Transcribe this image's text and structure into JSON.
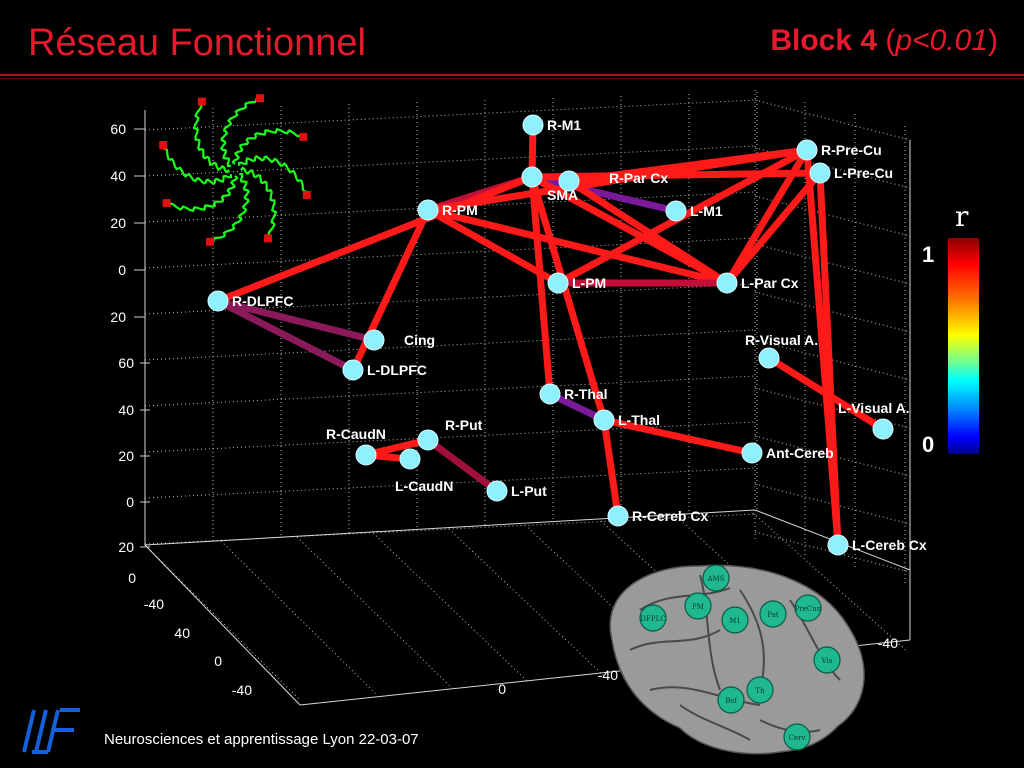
{
  "header": {
    "title": "Réseau Fonctionnel",
    "block_label": "Block 4",
    "block_open": " (",
    "block_p": "p<0.01",
    "block_close": ")"
  },
  "footer": {
    "text": "Neurosciences et apprentissage Lyon 22-03-07"
  },
  "colorbar": {
    "symbol": "r",
    "max_label": "1",
    "min_label": "0"
  },
  "axes": {
    "left_ticks_upper": [
      "60",
      "40",
      "20",
      "0",
      "20"
    ],
    "left_ticks_lower": [
      "60",
      "40",
      "20",
      "0",
      "20"
    ],
    "front_ticks_a": [
      "0",
      "-40",
      "40",
      "0",
      "-40"
    ],
    "front_ticks_b": [
      "0",
      "-40"
    ],
    "right_ticks": [
      "-40"
    ]
  },
  "diagram": {
    "nodes": [
      {
        "id": "R-M1",
        "label": "R-M1"
      },
      {
        "id": "R-Pre-Cu",
        "label": "R-Pre-Cu"
      },
      {
        "id": "L-Pre-Cu",
        "label": "L-Pre-Cu"
      },
      {
        "id": "R-Par Cx",
        "label": "R-Par Cx"
      },
      {
        "id": "SMA",
        "label": "SMA"
      },
      {
        "id": "L-M1",
        "label": "L-M1"
      },
      {
        "id": "R-PM",
        "label": "R-PM"
      },
      {
        "id": "L-PM",
        "label": "L-PM"
      },
      {
        "id": "L-Par Cx",
        "label": "L-Par Cx"
      },
      {
        "id": "R-DLPFC",
        "label": "R-DLPFC"
      },
      {
        "id": "Cing",
        "label": "Cing"
      },
      {
        "id": "L-DLPFC",
        "label": "L-DLPFC"
      },
      {
        "id": "R-Visual A.",
        "label": "R-Visual A."
      },
      {
        "id": "L-Visual A.",
        "label": "L-Visual A."
      },
      {
        "id": "R-Thal",
        "label": "R-Thal"
      },
      {
        "id": "L-Thal",
        "label": "L-Thal"
      },
      {
        "id": "Ant-Cereb",
        "label": "Ant-Cereb"
      },
      {
        "id": "R-CaudN",
        "label": "R-CaudN"
      },
      {
        "id": "R-Put",
        "label": "R-Put"
      },
      {
        "id": "L-CaudN",
        "label": "L-CaudN"
      },
      {
        "id": "L-Put",
        "label": "L-Put"
      },
      {
        "id": "R-Cereb Cx",
        "label": "R-Cereb Cx"
      },
      {
        "id": "L-Cereb Cx",
        "label": "L-Cereb Cx"
      }
    ],
    "edges": [
      {
        "from": "R-M1",
        "to": "SMA",
        "color": "#ff1a1a"
      },
      {
        "from": "SMA",
        "to": "L-M1",
        "color": "#7a1a9a"
      },
      {
        "from": "SMA",
        "to": "R-PM",
        "color": "#c0103a"
      },
      {
        "from": "SMA",
        "to": "R-DLPFC",
        "color": "#ff1a1a"
      },
      {
        "from": "SMA",
        "to": "L-Par Cx",
        "color": "#ff1a1a"
      },
      {
        "from": "SMA",
        "to": "R-Thal",
        "color": "#ff1a1a"
      },
      {
        "from": "SMA",
        "to": "L-Thal",
        "color": "#ff1a1a"
      },
      {
        "from": "SMA",
        "to": "L-Pre-Cu",
        "color": "#ff1a1a"
      },
      {
        "from": "R-PM",
        "to": "R-Pre-Cu",
        "color": "#ff1a1a"
      },
      {
        "from": "R-PM",
        "to": "L-Par Cx",
        "color": "#ff1a1a"
      },
      {
        "from": "R-Par Cx",
        "to": "R-Pre-Cu",
        "color": "#ff1a1a"
      },
      {
        "from": "R-Par Cx",
        "to": "L-Par Cx",
        "color": "#ff1a1a"
      },
      {
        "from": "R-Pre-Cu",
        "to": "L-PM",
        "color": "#ff1a1a"
      },
      {
        "from": "R-Pre-Cu",
        "to": "L-Par Cx",
        "color": "#ff1a1a"
      },
      {
        "from": "L-Pre-Cu",
        "to": "L-Par Cx",
        "color": "#ff1a1a"
      },
      {
        "from": "L-Pre-Cu",
        "to": "L-Cereb Cx",
        "color": "#ff1a1a"
      },
      {
        "from": "R-Pre-Cu",
        "to": "L-Cereb Cx",
        "color": "#ff1a1a"
      },
      {
        "from": "L-PM",
        "to": "L-Par Cx",
        "color": "#c0103a"
      },
      {
        "from": "L-PM",
        "to": "R-PM",
        "color": "#ff1a1a"
      },
      {
        "from": "R-DLPFC",
        "to": "Cing",
        "color": "#8a1a5a"
      },
      {
        "from": "R-DLPFC",
        "to": "L-DLPFC",
        "color": "#8a1a5a"
      },
      {
        "from": "L-DLPFC",
        "to": "R-PM",
        "color": "#ff1a1a"
      },
      {
        "from": "R-Thal",
        "to": "L-Thal",
        "color": "#7a1a9a"
      },
      {
        "from": "L-Thal",
        "to": "Ant-Cereb",
        "color": "#ff1a1a"
      },
      {
        "from": "L-Thal",
        "to": "R-Cereb Cx",
        "color": "#ff1a1a"
      },
      {
        "from": "R-Visual A.",
        "to": "L-Visual A.",
        "color": "#ff1a1a"
      },
      {
        "from": "R-CaudN",
        "to": "R-Put",
        "color": "#ff1a1a"
      },
      {
        "from": "R-CaudN",
        "to": "L-CaudN",
        "color": "#ff1a1a"
      },
      {
        "from": "R-Put",
        "to": "L-Put",
        "color": "#a0103a"
      }
    ]
  },
  "brain_regions": [
    "AMS",
    "DFPLC",
    "PM",
    "M1",
    "Pat",
    "PreCun",
    "Vis",
    "Bsf",
    "Th",
    "Cerv"
  ],
  "colors": {
    "title": "#e8192c",
    "node": "#8ff0ff",
    "edge_strong": "#ff1a1a",
    "edge_weak": "#8a1a5a",
    "trajectory": "#19ff19"
  }
}
